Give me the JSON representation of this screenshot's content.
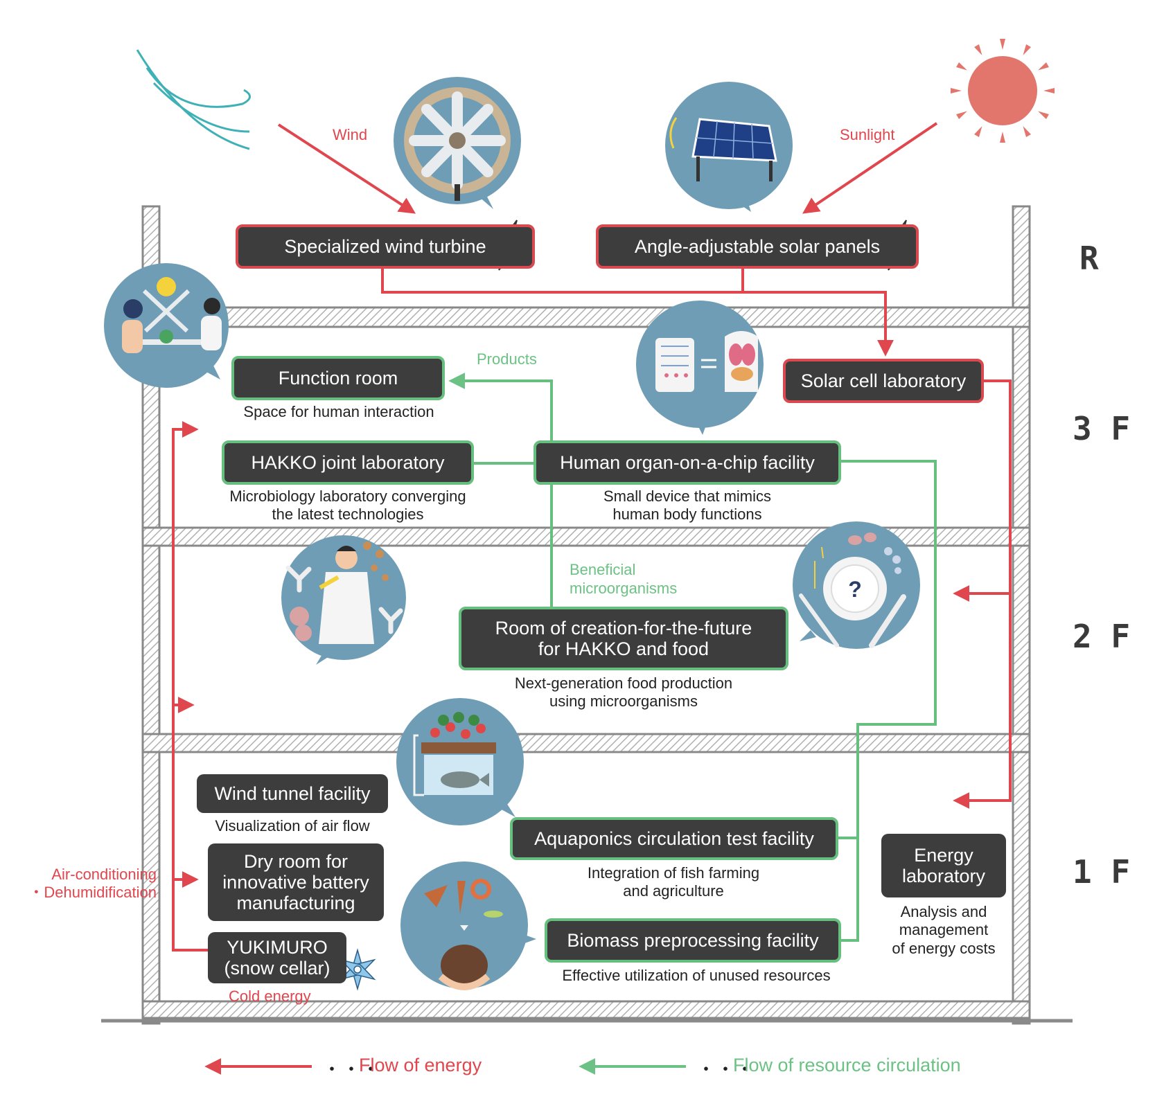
{
  "floors": {
    "roof": "R",
    "f3": "3 F",
    "f2": "2 F",
    "f1": "1 F"
  },
  "labels": {
    "wind": "Wind",
    "sunlight": "Sunlight",
    "products": "Products",
    "beneficial": "Beneficial\nmicroorganisms",
    "aircon": "Air-conditioning\n・Dehumidification",
    "cold_energy": "Cold energy"
  },
  "facilities": {
    "wind_turbine": "Specialized wind turbine",
    "solar_panels": "Angle-adjustable solar panels",
    "solar_lab": "Solar cell laboratory",
    "function_room": "Function room",
    "function_room_cap": "Space for human interaction",
    "hakko_lab": "HAKKO joint laboratory",
    "hakko_lab_cap": "Microbiology laboratory converging\nthe latest technologies",
    "organ_chip": "Human organ-on-a-chip facility",
    "organ_chip_cap": "Small device that mimics\nhuman body functions",
    "creation_room": "Room of creation-for-the-future\nfor HAKKO and food",
    "creation_room_cap": "Next-generation food production\nusing microorganisms",
    "wind_tunnel": "Wind tunnel facility",
    "wind_tunnel_cap": "Visualization of air flow",
    "dry_room": "Dry room for\ninnovative battery\nmanufacturing",
    "yukimuro": "YUKIMURO\n(snow cellar)",
    "aquaponics": "Aquaponics circulation test facility",
    "aquaponics_cap": "Integration of fish farming\nand agriculture",
    "biomass": "Biomass preprocessing facility",
    "biomass_cap": "Effective utilization of unused resources",
    "energy_lab": "Energy\nlaboratory",
    "energy_lab_cap": "Analysis and\nmanagement\nof energy costs"
  },
  "legend": {
    "dots": "・・・",
    "energy": "Flow of energy",
    "resource": "Flow of resource circulation"
  },
  "colors": {
    "energy": "#e0464d",
    "resource": "#6cc184",
    "box": "#3d3d3d",
    "illustration": "#6e9db5"
  },
  "icons": [
    "wind-gust-icon",
    "sun-icon",
    "wind-turbine-icon",
    "solar-panel-icon",
    "lightning-icon",
    "dining-people-icon",
    "organ-chip-icon",
    "scientist-icon",
    "food-plate-icon",
    "aquaponics-icon",
    "biomass-icon",
    "snowflake-icon"
  ]
}
